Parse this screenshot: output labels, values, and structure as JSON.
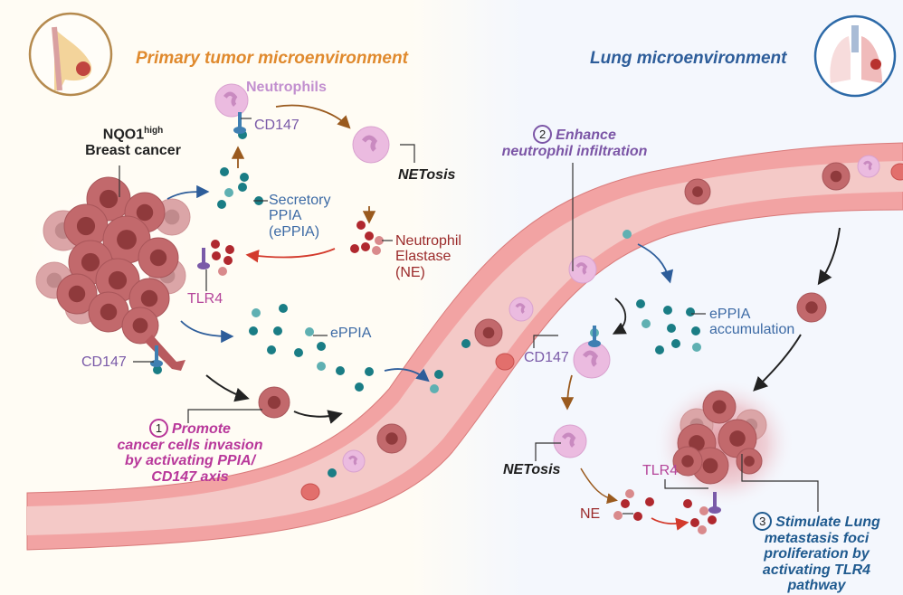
{
  "sections": {
    "primary": {
      "title": "Primary tumor microenvironment",
      "icon": "breast-tumor-icon",
      "background": "#fffcf4",
      "accent": "#e08a2e"
    },
    "lung": {
      "title": "Lung microenvironment",
      "icon": "lungs-icon",
      "background": "#f4f7fd",
      "accent": "#2d5d9a"
    }
  },
  "labels": {
    "tumor_main": "NQO1",
    "tumor_sup": "high",
    "tumor_sub": "Breast cancer",
    "neutrophils": "Neutrophils",
    "cd147_top": "CD147",
    "netosis_top": "NETosis",
    "secretory_l1": "Secretory",
    "secretory_l2": "PPIA",
    "secretory_l3": "(ePPIA)",
    "ne_l1": "Neutrophil",
    "ne_l2": "Elastase",
    "ne_l3": "(NE)",
    "tlr4_left": "TLR4",
    "eppia_mid": "ePPIA",
    "cd147_left": "CD147",
    "cd147_right": "CD147",
    "eppia_acc_l1": "ePPIA",
    "eppia_acc_l2": "accumulation",
    "netosis_bottom": "NETosis",
    "ne_bottom": "NE",
    "tlr4_right": "TLR4"
  },
  "steps": [
    {
      "number": "1",
      "lines": [
        "Promote",
        "cancer cells invasion",
        "by activating PPIA/",
        "CD147 axis"
      ],
      "color": "#b8379a"
    },
    {
      "number": "2",
      "lines": [
        "Enhance",
        "neutrophil infiltration"
      ],
      "color": "#7b55a6"
    },
    {
      "number": "3",
      "lines": [
        "Stimulate Lung",
        "metastasis foci",
        "proliferation by",
        "activating TLR4",
        "pathway"
      ],
      "color": "#1f5a8f"
    }
  ],
  "colors": {
    "vessel_wall": "#f2a3a3",
    "vessel_lumen": "#f4c9c7",
    "tumor_cell": "#c2696c",
    "nucleus": "#8f3a3c",
    "neutrophil": "#ebbbe0",
    "eppia_dot": "#1a7d85",
    "ne_dot": "#b0282e",
    "arrow_blue": "#2d5d9a",
    "arrow_brown": "#9a5a1e",
    "arrow_red": "#d33a2c",
    "arrow_black": "#222222"
  }
}
